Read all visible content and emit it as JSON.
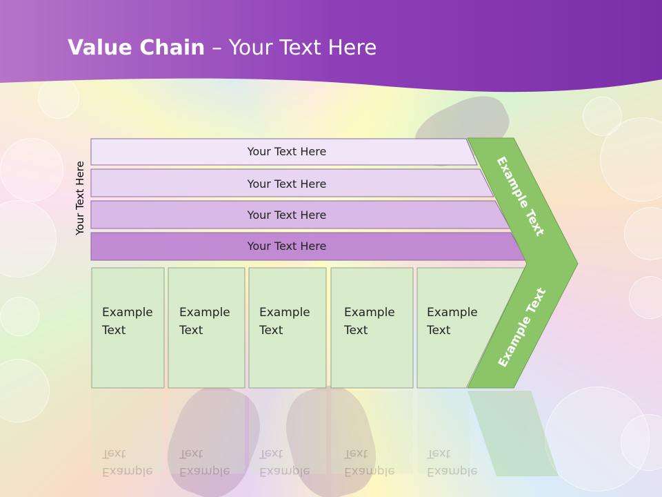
{
  "title": {
    "bold": "Value Chain",
    "rest": " – Your Text Here"
  },
  "side_label": "Your Text Here",
  "bars": [
    {
      "label": "Your Text Here",
      "color": "#f1e6f8"
    },
    {
      "label": "Your Text Here",
      "color": "#e7d5f2"
    },
    {
      "label": "Your Text Here",
      "color": "#d9b9e6"
    },
    {
      "label": "Your Text Here",
      "color": "#c08bd3"
    }
  ],
  "columns": [
    {
      "line1": "Example",
      "line2": "Text"
    },
    {
      "line1": "Example",
      "line2": "Text"
    },
    {
      "line1": "Example",
      "line2": "Text"
    },
    {
      "line1": "Example",
      "line2": "Text"
    },
    {
      "line1": "Example",
      "line2": "Text"
    }
  ],
  "chevron": {
    "upper": "Example Text",
    "lower": "Example Text",
    "color": "#8cc468"
  },
  "colors": {
    "header_purple": "#8a3cb3",
    "column_fill": "#d8eccb",
    "column_border": "#9aa08f"
  }
}
